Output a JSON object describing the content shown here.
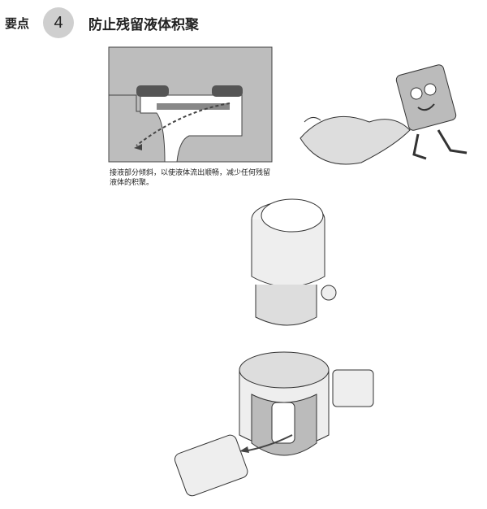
{
  "header": {
    "label": "要点",
    "number": "4",
    "title": "防止残留液体积聚"
  },
  "caption": "接液部分倾斜，以使液体流出顺畅，减少任何残留液体的积聚。"
}
